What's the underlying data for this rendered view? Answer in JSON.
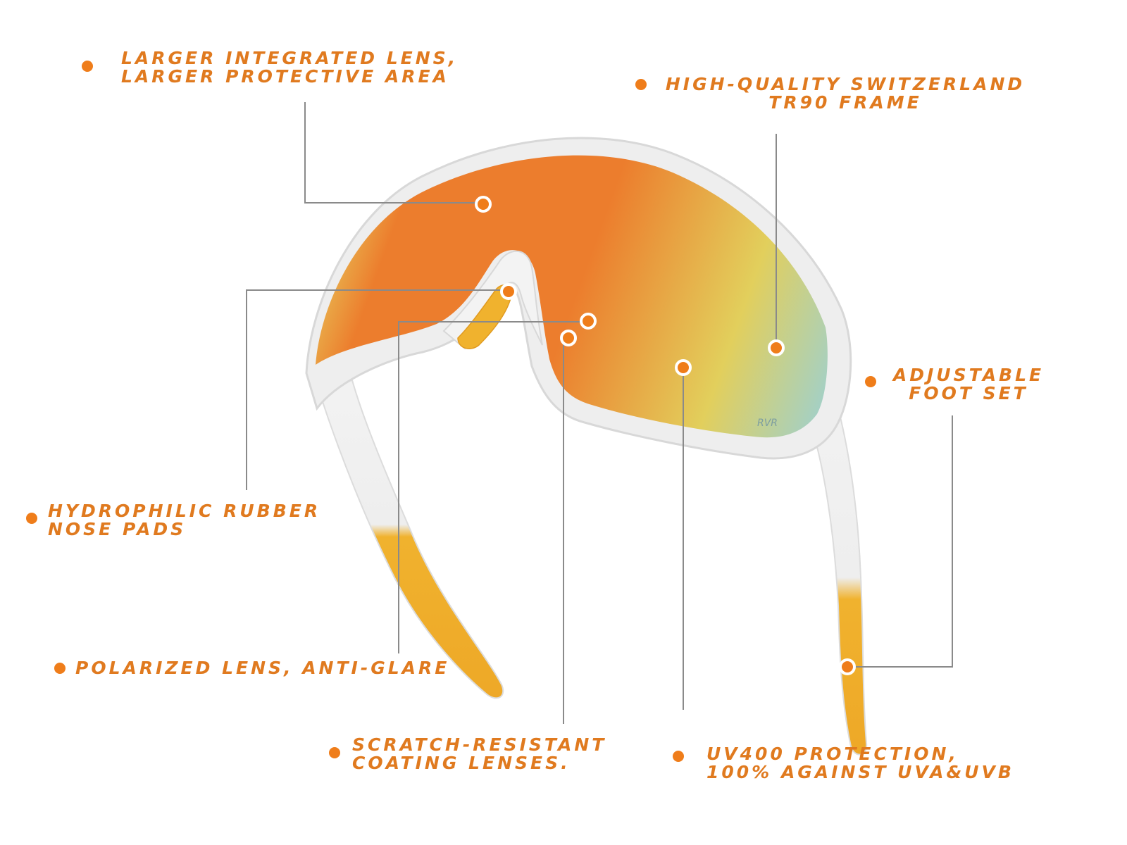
{
  "colors": {
    "accent": "#e07a1f",
    "bullet": "#ef7d1a",
    "leader": "#8a8a8a",
    "lens_orange": "#ec7d2d",
    "lens_yellow": "#e2cf5c",
    "lens_teal": "#9ed0cf",
    "frame": "#ececec",
    "temple_tip": "#f0b22e"
  },
  "callouts": {
    "larger_lens": {
      "line1": "Larger integrated lens,",
      "line2": "larger protective area"
    },
    "tr90_frame": {
      "line1": "High-quality Switzerland",
      "line2": "TR90 frame"
    },
    "adjustable_foot": {
      "line1": "Adjustable",
      "line2": "foot set"
    },
    "nose_pads": {
      "line1": "Hydrophilic rubber",
      "line2": "nose pads"
    },
    "polarized": {
      "line1": "Polarized lens, anti-glare"
    },
    "scratch": {
      "line1": "Scratch-resistant",
      "line2": "coating lenses."
    },
    "uv400": {
      "line1": "UV400 protection,",
      "line2": "100% against UVA&UVB"
    }
  },
  "product": {
    "logo_mark": "RVR"
  }
}
